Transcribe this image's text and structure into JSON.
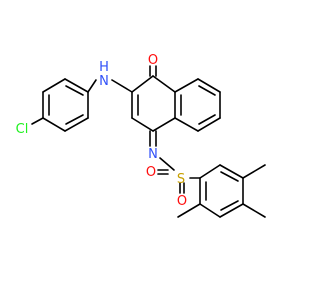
{
  "molecule": {
    "atoms": {
      "oxygen_ketone": "O",
      "nitrogen_amine": "N",
      "hydrogen_amine": "H",
      "chlorine": "Cl",
      "nitrogen_imine": "N",
      "sulfur": "S",
      "oxygen_sulfonyl_1": "O",
      "oxygen_sulfonyl_2": "O"
    },
    "colors": {
      "oxygen": "#ff0d0d",
      "nitrogen": "#3050f8",
      "chlorine": "#1ff01f",
      "sulfur": "#c8a000",
      "bond": "#000000"
    }
  }
}
